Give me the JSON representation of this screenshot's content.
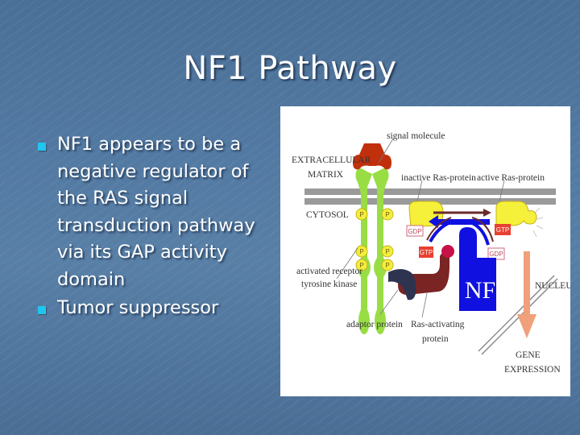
{
  "slide": {
    "title": "NF1 Pathway",
    "bullets": [
      {
        "text": "NF1 appears to be a negative regulator of the RAS signal transduction pathway via its GAP activity domain"
      },
      {
        "text": "Tumor suppressor"
      }
    ],
    "colors": {
      "background": "#5279a2",
      "title_text": "#ffffff",
      "bullet_marker": "#1fc6ef"
    }
  },
  "figure": {
    "labels": {
      "signal_molecule": "signal  molecule",
      "extracellular_1": "EXTRACELLULAR",
      "extracellular_2": "MATRIX",
      "inactive_ras": "inactive Ras-protein",
      "active_ras": "active Ras-protein",
      "cytosol": "CYTOSOL",
      "gdp_1": "GDP",
      "gtp_1": "GTP",
      "gtp_2": "GTP",
      "gdp_2": "GDP",
      "phospho": "P",
      "receptor_1": "activated receptor",
      "receptor_2": "tyrosine kinase",
      "nf": "NF",
      "nucleus": "NUCLEUS",
      "adaptor": "adaptor protein",
      "ras_activating_1": "Ras-activating",
      "ras_activating_2": "protein",
      "gene_1": "GENE",
      "gene_2": "EXPRESSION"
    },
    "colors": {
      "signal_molecule": "#c0300c",
      "receptor": "#99dd44",
      "phosphate": "#f2ee3c",
      "ras": "#f5f03a",
      "membrane": "#9a9a9a",
      "nf": "#1010e0",
      "ras_activating": "#7a2424",
      "adaptor": "#2e3350",
      "gene_arrow": "#f0a07a",
      "gtp_box": "#e84030"
    }
  }
}
